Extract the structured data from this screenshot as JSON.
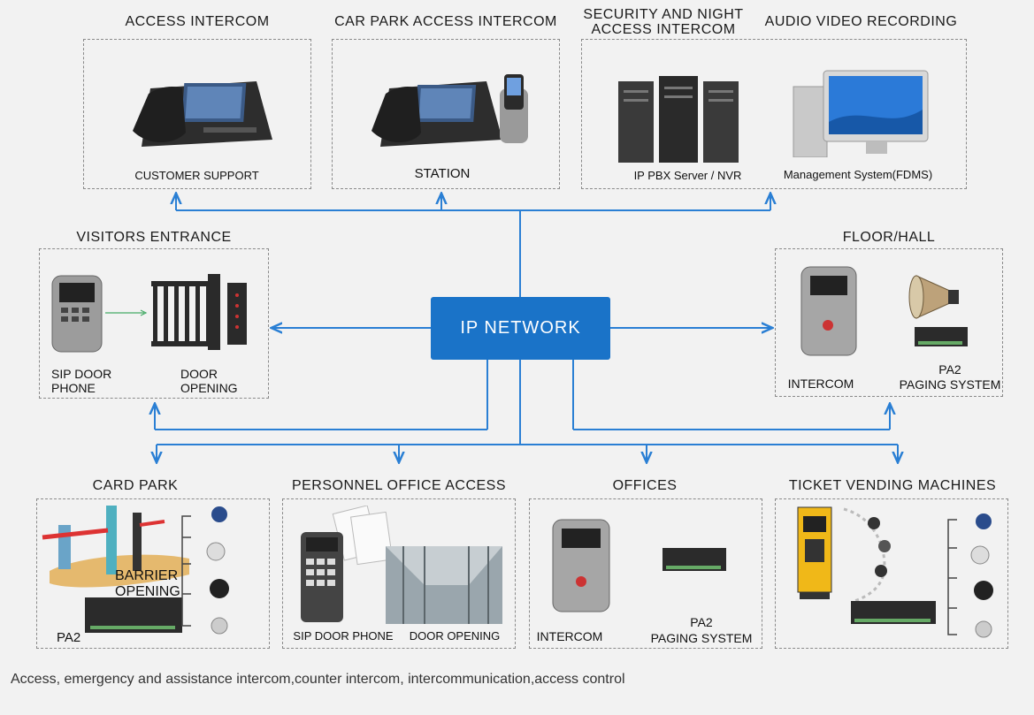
{
  "network": {
    "label": "IP NETWORK"
  },
  "sections": {
    "access_intercom": {
      "title": "ACCESS INTERCOM",
      "labels": [
        "CUSTOMER SUPPORT"
      ]
    },
    "car_park_access": {
      "title": "CAR PARK ACCESS INTERCOM",
      "labels": [
        "STATION"
      ]
    },
    "security_night": {
      "title_line1": "SECURITY AND NIGHT",
      "title_line2": "ACCESS INTERCOM",
      "labels": [
        "IP PBX Server / NVR"
      ]
    },
    "audio_video": {
      "title": "AUDIO VIDEO RECORDING",
      "labels": [
        "Management System(FDMS)"
      ]
    },
    "visitors_entrance": {
      "title": "VISITORS ENTRANCE",
      "labels": [
        "SIP DOOR",
        "PHONE",
        "DOOR",
        "OPENING"
      ]
    },
    "floor_hall": {
      "title": "FLOOR/HALL",
      "labels": [
        "INTERCOM",
        "PA2",
        "PAGING SYSTEM"
      ]
    },
    "card_park": {
      "title": "CARD PARK",
      "labels": [
        "BARRIER",
        "OPENING",
        "PA2"
      ]
    },
    "personnel_office": {
      "title": "PERSONNEL OFFICE ACCESS",
      "labels": [
        "SIP DOOR PHONE",
        "DOOR OPENING"
      ]
    },
    "offices": {
      "title": "OFFICES",
      "labels": [
        "INTERCOM",
        "PA2",
        "PAGING SYSTEM"
      ]
    },
    "ticket_vending": {
      "title": "TICKET VENDING MACHINES"
    }
  },
  "caption": "Access, emergency and assistance intercom,counter intercom, intercommunication,access control",
  "colors": {
    "line": "#2a7fd4",
    "network_fill": "#1a73c8",
    "background": "#f2f2f2"
  }
}
